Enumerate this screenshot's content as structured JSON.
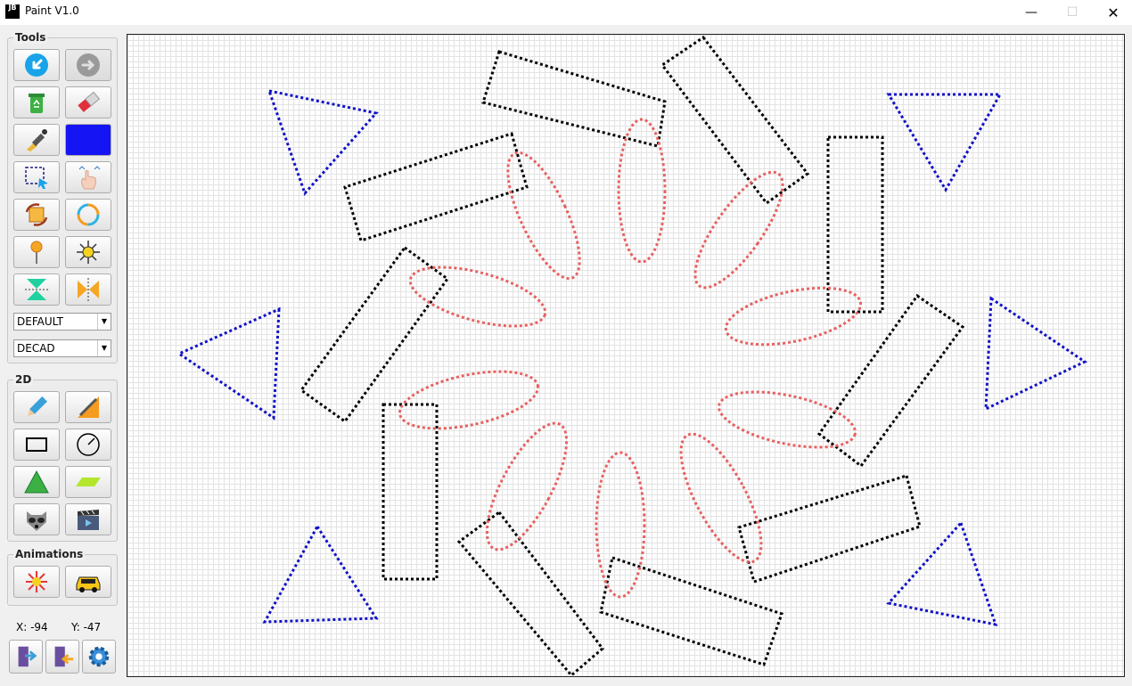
{
  "window": {
    "title": "Paint V1.0",
    "icon_text": "JB",
    "minimize": "—",
    "maximize": "☐",
    "close": "✕"
  },
  "panels": {
    "tools": "Tools",
    "two_d": "2D",
    "animations": "Animations"
  },
  "selected_color": "#1414f5",
  "combos": {
    "style": "DEFAULT",
    "pattern": "DECAD"
  },
  "coordinates": {
    "x": "X: -94",
    "y": "Y: -47"
  },
  "icons": [
    "undo-icon",
    "redo-icon",
    "recycle-bin-icon",
    "eraser-icon",
    "brush-icon",
    "color-swatch",
    "select-area-icon",
    "move-hand-icon",
    "rotate-icon",
    "circular-arrows-icon",
    "pin-icon",
    "sun-icon",
    "flip-vertical-icon",
    "flip-horizontal-icon",
    "pencil-icon",
    "ruler-pencil-icon",
    "rectangle-icon",
    "circle-icon",
    "triangle-icon",
    "parallelogram-icon",
    "raccoon-icon",
    "clapperboard-icon",
    "fireworks-icon",
    "car-icon",
    "import-icon",
    "export-icon",
    "gear-icon"
  ],
  "colors": {
    "black": "#000000",
    "blue": "#1010c8",
    "red": "#e86060"
  }
}
